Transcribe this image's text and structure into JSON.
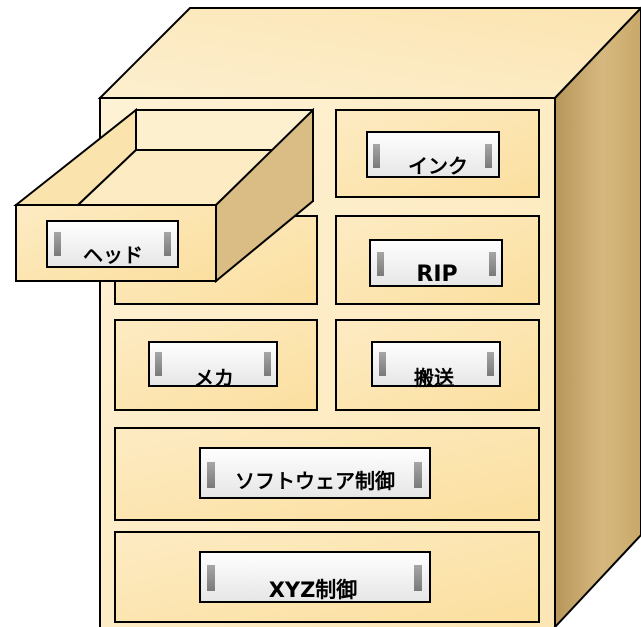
{
  "colors": {
    "front": "#fdebc0",
    "top": "#fdeec9",
    "side": "#cfb079",
    "drawer": "#fde6b3",
    "outline": "#000000",
    "label_plate": "#f2f2f2",
    "label_tab": "#8c8c8c"
  },
  "drawers": {
    "ink": {
      "label": "インク"
    },
    "head": {
      "label": "ヘッド"
    },
    "rip": {
      "label": "RIP"
    },
    "mecha": {
      "label": "メカ"
    },
    "transport": {
      "label": "搬送"
    },
    "software": {
      "label": "ソフトウェア制御"
    },
    "xyz": {
      "label": "XYZ制御"
    }
  }
}
